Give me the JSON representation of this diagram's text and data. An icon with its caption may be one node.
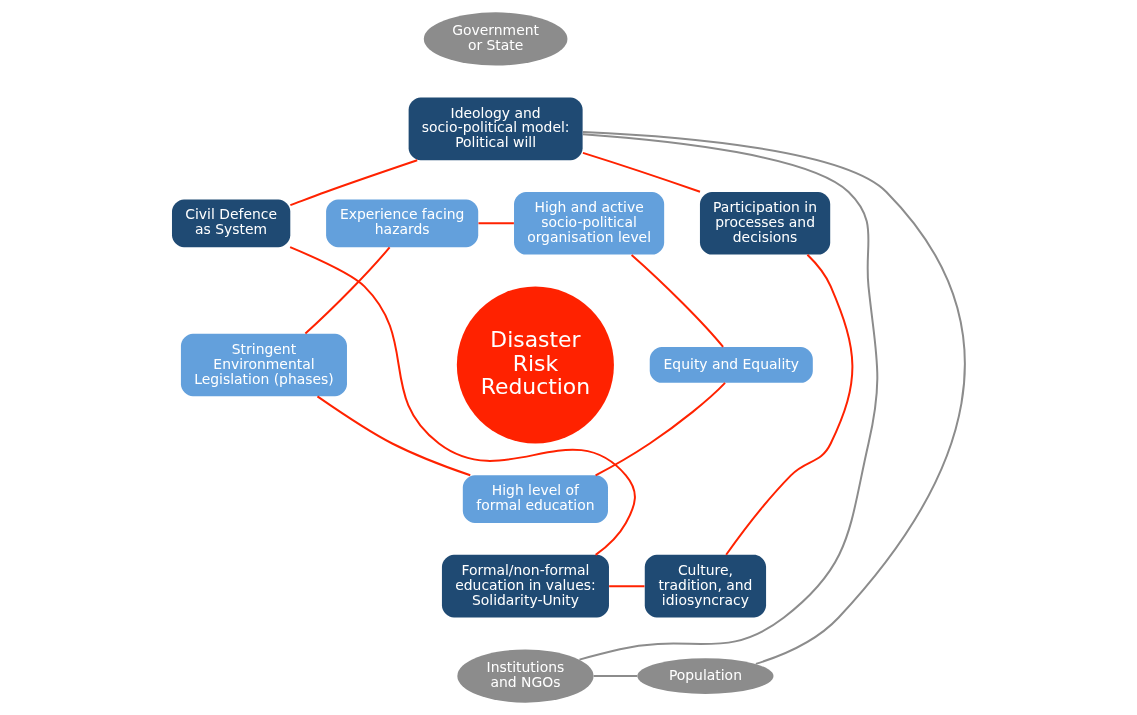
{
  "diagram": {
    "nodes": [
      {
        "text": [
          "Government or State"
        ]
      },
      {
        "text": [
          "Ideology and socio-political model: Political will"
        ]
      },
      {
        "text": [
          "Experience facing hazards"
        ]
      },
      {
        "text": [
          "High and active socio-political organisation level"
        ]
      },
      {
        "text": [
          "Civil Defence as System"
        ]
      },
      {
        "text": [
          "Participation in processes and decisions"
        ]
      },
      {
        "text": [
          "Disaster Risk Reduction"
        ]
      },
      {
        "text": [
          "Stringent Environmental Legislation (phases)"
        ]
      },
      {
        "text": [
          "Equity and Equality"
        ]
      },
      {
        "text": [
          "High level of formal education"
        ]
      },
      {
        "text": [
          "Formal/non-formal education in values: Solidarity-Unity"
        ]
      },
      {
        "text": [
          "Culture, tradition, and idiosyncracy"
        ]
      },
      {
        "text": [
          "Institutions and NGOs"
        ]
      },
      {
        "text": [
          "Population"
        ]
      }
    ],
    "edges": [
      {
        "from": 1,
        "to": 12,
        "arrow": "none",
        "color": "#8c8c8c"
      },
      {
        "from": 1,
        "to": 13,
        "arrow": "none",
        "color": "#8c8c8c"
      },
      {
        "from": 12,
        "to": 13,
        "arrow": "none",
        "color": "#8c8c8c"
      },
      {
        "from": 1,
        "to": 4,
        "arrow": "none"
      },
      {
        "from": 1,
        "to": 5,
        "arrow": "none"
      },
      {
        "from": 4,
        "to": 10,
        "arrow": "none"
      },
      {
        "from": 5,
        "to": 11,
        "arrow": "none"
      },
      {
        "from": 10,
        "to": 11,
        "arrow": "none"
      },
      {
        "from": 2,
        "to": 3,
        "arrow": "none"
      },
      {
        "from": 3,
        "to": 8,
        "arrow": "none"
      },
      {
        "from": 8,
        "to": 9,
        "arrow": "none"
      },
      {
        "from": 9,
        "to": 7,
        "arrow": "none"
      },
      {
        "from": 7,
        "to": 2,
        "arrow": "none"
      }
    ]
  }
}
